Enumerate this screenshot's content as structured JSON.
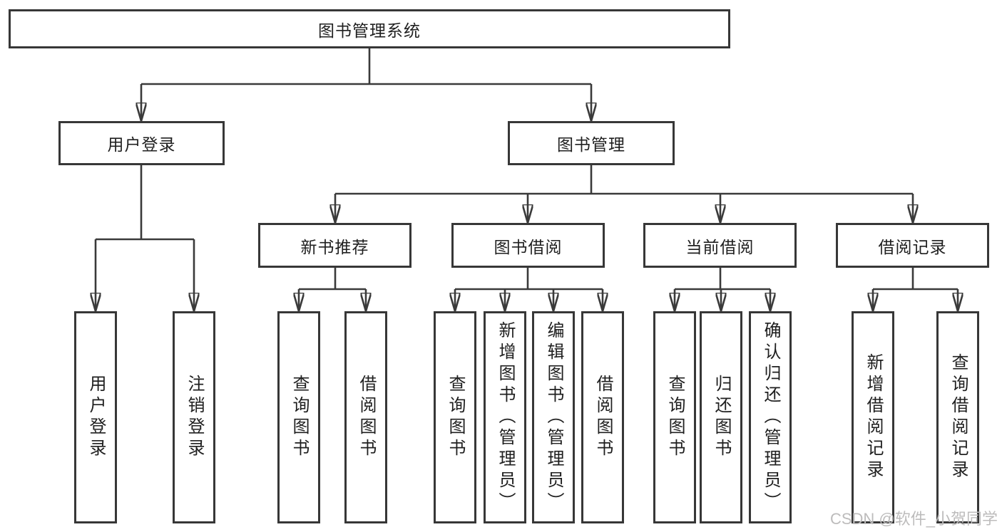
{
  "nodes": {
    "root": {
      "label": "图书管理系统"
    },
    "user_login": {
      "label": "用户登录"
    },
    "book_mgmt": {
      "label": "图书管理"
    },
    "new_book_rec": {
      "label": "新书推荐"
    },
    "book_borrow": {
      "label": "图书借阅"
    },
    "current_borrow": {
      "label": "当前借阅"
    },
    "borrow_records": {
      "label": "借阅记录"
    },
    "leaves": [
      {
        "label": "用户登录"
      },
      {
        "label": "注销登录"
      },
      {
        "label": "查询图书"
      },
      {
        "label": "借阅图书"
      },
      {
        "label": "查询图书"
      },
      {
        "label": "新增图书（管理员）"
      },
      {
        "label": "编辑图书（管理员）"
      },
      {
        "label": "借阅图书"
      },
      {
        "label": "查询图书"
      },
      {
        "label": "归还图书"
      },
      {
        "label": "确认归还（管理员）"
      },
      {
        "label": "新增借阅记录"
      },
      {
        "label": "查询借阅记录"
      }
    ]
  },
  "watermark": {
    "text": "CSDN @软件_小贺同学"
  },
  "colors": {
    "line": "#3a3a3a",
    "border": "#373737",
    "text": "#1f1f1f",
    "watermark": "#bdbcbc",
    "background": "#ffffff"
  }
}
